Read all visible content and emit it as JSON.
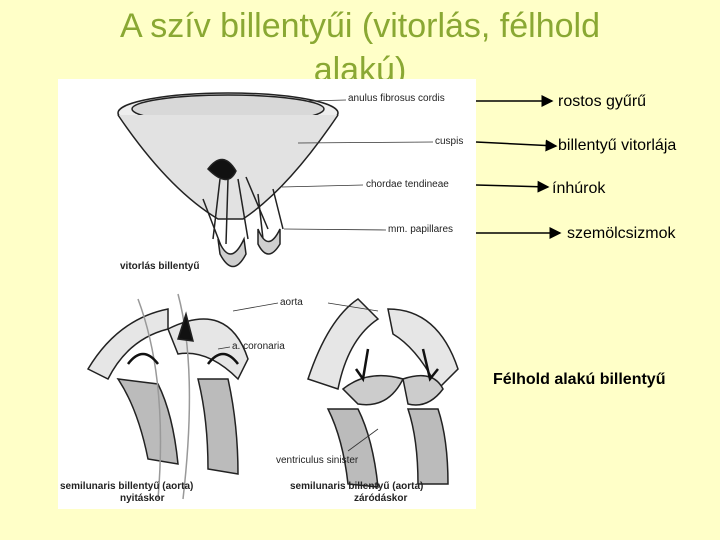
{
  "slide": {
    "title_line1": "A szív billentyűi (vitorlás, félhold",
    "title_line2": "alakú)"
  },
  "figure_labels": {
    "anulus": "anulus fibrosus cordis",
    "cuspis": "cuspis",
    "chordae": "chordae tendineae",
    "papillares": "mm. papillares",
    "vitorlas": "vitorlás billentyű",
    "aorta": "aorta",
    "coronaria": "a. coronaria",
    "ventriculus": "ventriculus sinister",
    "semilunaris_open_1": "semilunaris billentyű (aorta)",
    "semilunaris_open_2": "nyitáskor",
    "semilunaris_closed_1": "semilunaris billentyű (aorta)",
    "semilunaris_closed_2": "záródáskor"
  },
  "annotations": {
    "rostos": "rostos gyűrű",
    "vitorlaja": "billentyű vitorlája",
    "inhurok": "ínhúrok",
    "szemolcs": "szemölcsizmok",
    "felhold": "Félhold alakú billentyű"
  },
  "colors": {
    "background": "#ffffc8",
    "title": "#8aa833"
  }
}
